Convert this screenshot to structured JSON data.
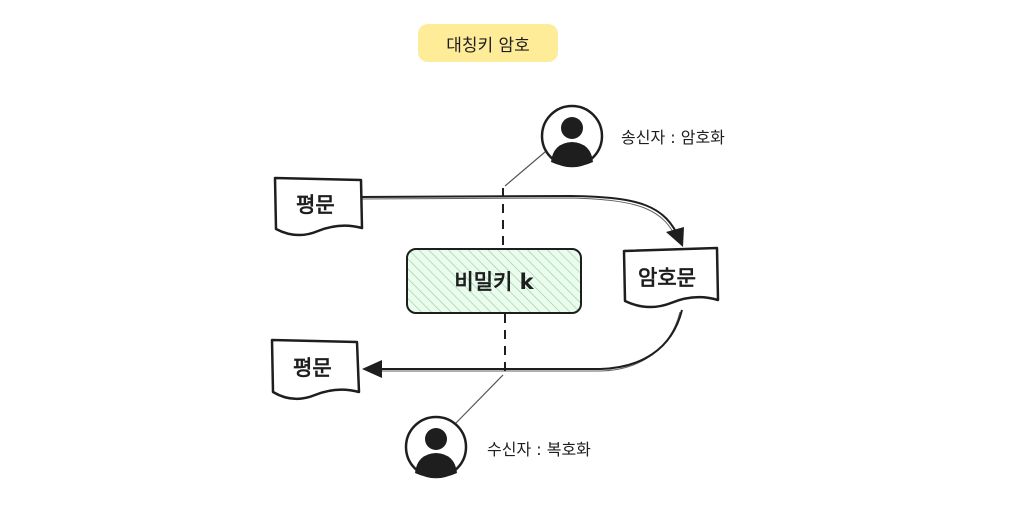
{
  "title": "대칭키 암호",
  "sender": {
    "label": "송신자 : 암호화"
  },
  "receiver": {
    "label": "수신자 : 복호화"
  },
  "plaintext_top": {
    "label": "평문"
  },
  "ciphertext": {
    "label": "암호문"
  },
  "plaintext_bottom": {
    "label": "평문"
  },
  "secret_key": {
    "label": "비밀키 k",
    "fill_color": "#b2f2bb"
  },
  "colors": {
    "stroke": "#1e1e1e",
    "title_bg": "#ffec99",
    "key_bg": "#ebfbee"
  }
}
